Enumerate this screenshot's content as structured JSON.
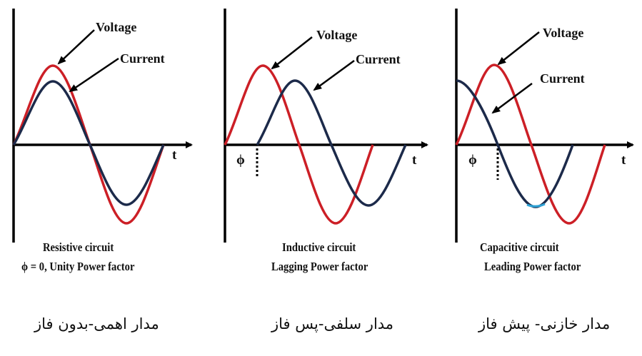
{
  "colors": {
    "voltage": "#cc1f26",
    "current": "#1c2a4a",
    "axis": "#000000",
    "background": "#ffffff"
  },
  "panels": [
    {
      "title": "Resistive circuit",
      "subtitle": "ϕ = 0, Unity Power factor",
      "persian": "مدار اهمی-بدون فاز",
      "voltage_label": "Voltage",
      "current_label": "Current",
      "axis_label": "t",
      "phase_label": ""
    },
    {
      "title": "Inductive circuit",
      "subtitle": "Lagging Power factor",
      "persian": "مدار سلفی-پس فاز",
      "voltage_label": "Voltage",
      "current_label": "Current",
      "axis_label": "t",
      "phase_label": "ϕ"
    },
    {
      "title": "Capacitive circuit",
      "subtitle": "Leading Power factor",
      "persian": "مدار خازنی- پیش فاز",
      "voltage_label": "Voltage",
      "current_label": "Current",
      "axis_label": "t",
      "phase_label": "ϕ"
    }
  ],
  "chart_data": [
    {
      "type": "line",
      "title": "Resistive circuit",
      "xlabel": "t",
      "phase_deg": 0,
      "series": [
        {
          "name": "Voltage",
          "amplitude": 1.0,
          "phase_deg": 0
        },
        {
          "name": "Current",
          "amplitude": 0.8,
          "phase_deg": 0
        }
      ]
    },
    {
      "type": "line",
      "title": "Inductive circuit",
      "xlabel": "t",
      "phase_deg": -80,
      "series": [
        {
          "name": "Voltage",
          "amplitude": 1.0,
          "phase_deg": 0
        },
        {
          "name": "Current",
          "amplitude": 0.8,
          "phase_deg": -80
        }
      ]
    },
    {
      "type": "line",
      "title": "Capacitive circuit",
      "xlabel": "t",
      "phase_deg": 90,
      "series": [
        {
          "name": "Voltage",
          "amplitude": 1.0,
          "phase_deg": 0
        },
        {
          "name": "Current",
          "amplitude": 0.8,
          "phase_deg": 90
        }
      ]
    }
  ]
}
